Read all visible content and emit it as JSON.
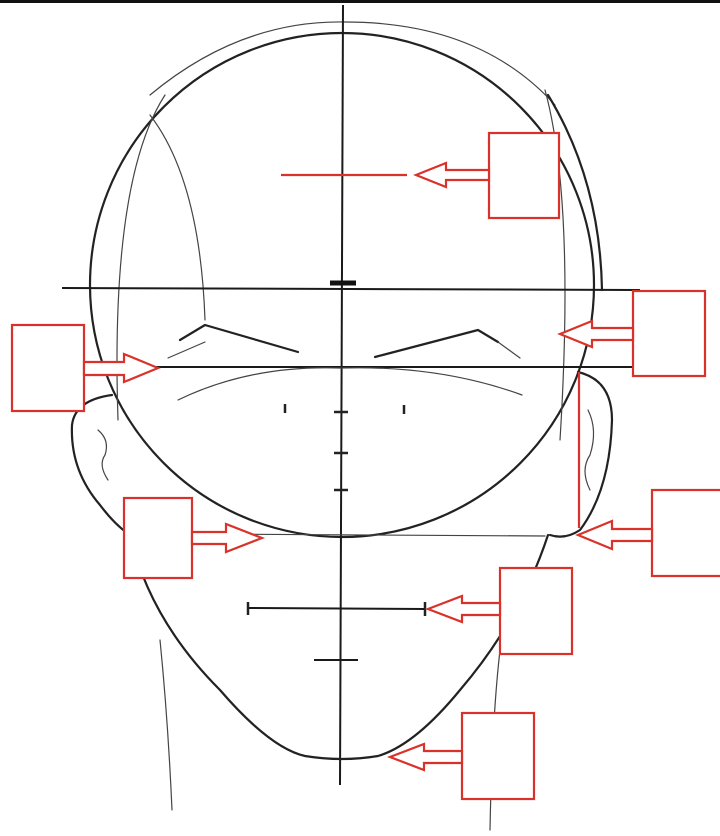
{
  "diagram": {
    "type": "head proportion guide (front view) with blank label boxes",
    "colors": {
      "sketch": "#222222",
      "label_box": "#d9322b",
      "background": "#ffffff"
    },
    "label_boxes": [
      {
        "id": "box-hairline",
        "text": ""
      },
      {
        "id": "box-brow-line",
        "text": ""
      },
      {
        "id": "box-eye-line",
        "text": ""
      },
      {
        "id": "box-nose-base",
        "text": ""
      },
      {
        "id": "box-ear-bottom",
        "text": ""
      },
      {
        "id": "box-mouth-line",
        "text": ""
      },
      {
        "id": "box-chin",
        "text": ""
      }
    ]
  }
}
